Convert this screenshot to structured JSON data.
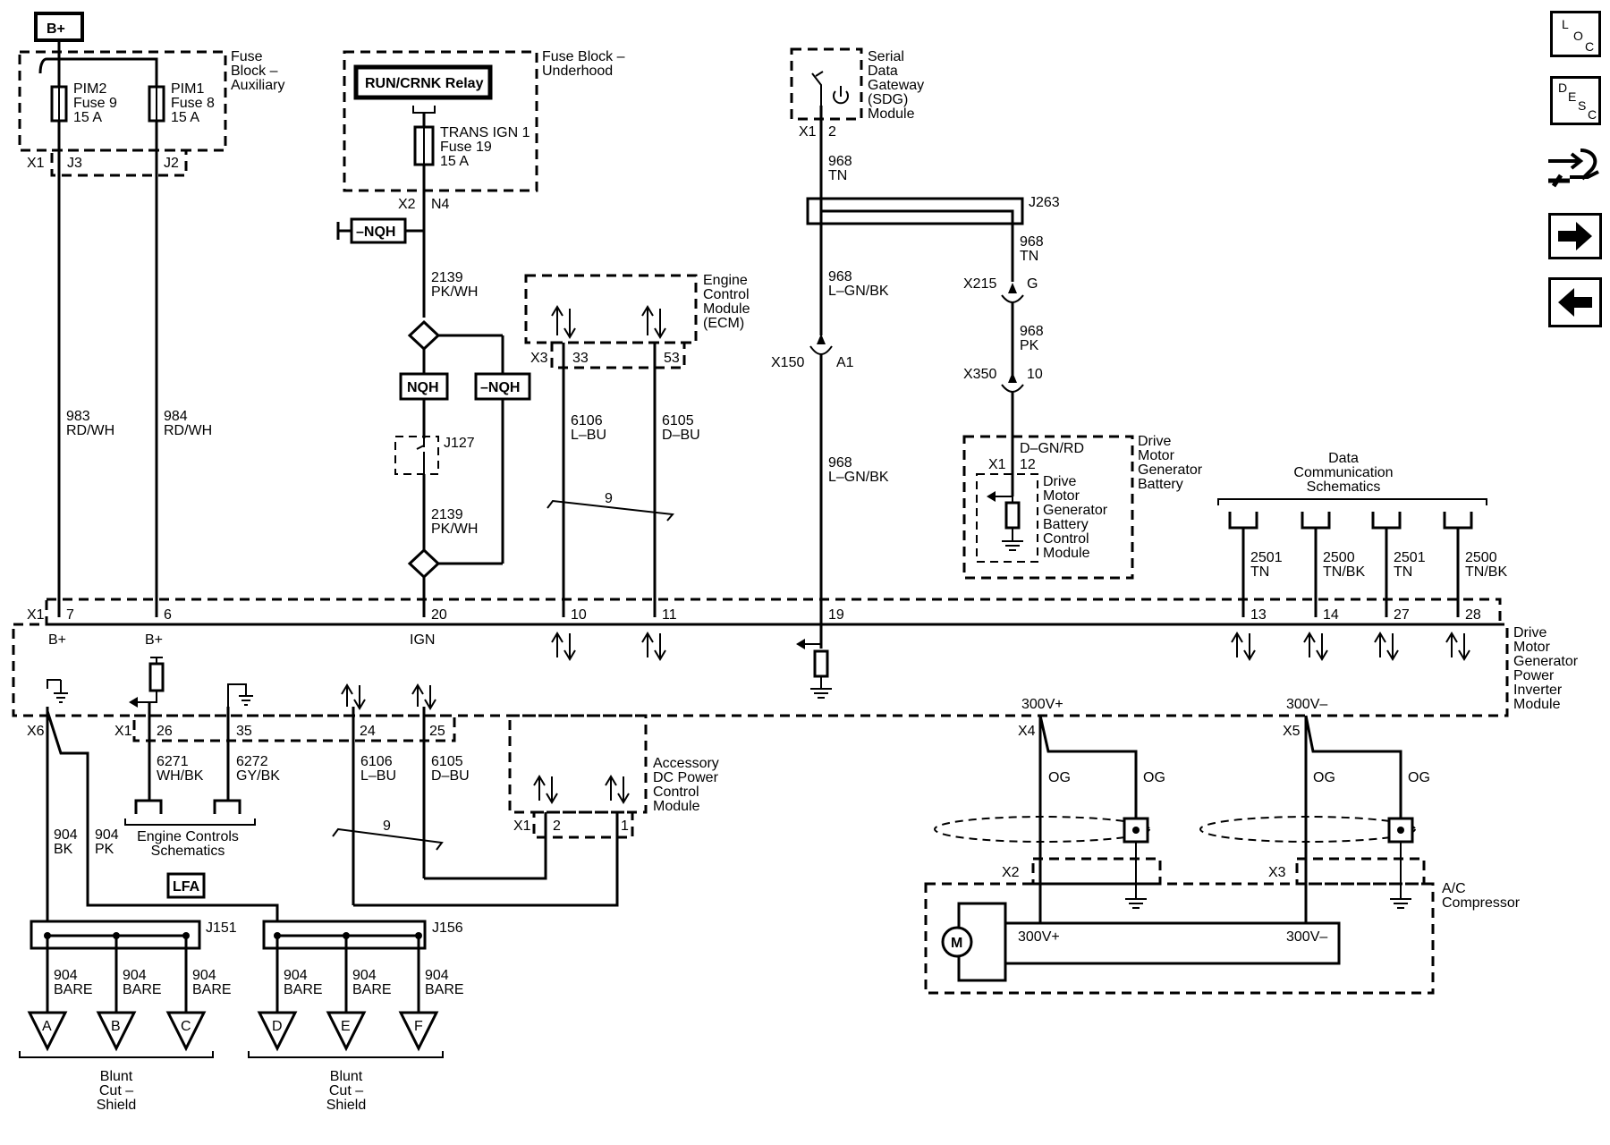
{
  "labels": {
    "bplus_box": "B+",
    "fuse_aux": [
      "Fuse",
      "Block –",
      "Auxiliary"
    ],
    "pim2": [
      "PIM2",
      "Fuse 9",
      "15 A"
    ],
    "pim1": [
      "PIM1",
      "Fuse 8",
      "15 A"
    ],
    "x1_top": "X1",
    "j3": "J3",
    "j2": "J2",
    "w983": [
      "983",
      "RD/WH"
    ],
    "w984": [
      "984",
      "RD/WH"
    ],
    "run_relay": "RUN/CRNK Relay",
    "fuse_under": [
      "Fuse Block –",
      "Underhood"
    ],
    "trans_fuse": [
      "TRANS IGN 1",
      "Fuse 19",
      "15 A"
    ],
    "x2": "X2",
    "n4": "N4",
    "nqh": "NQH",
    "minus_nqh": "–NQH",
    "w2139a": [
      "2139",
      "PK/WH"
    ],
    "w2139b": [
      "2139",
      "PK/WH"
    ],
    "j127": "J127",
    "ecm": [
      "Engine",
      "Control",
      "Module",
      "(ECM)"
    ],
    "x3": "X3",
    "p33": "33",
    "p53": "53",
    "w6106a": [
      "6106",
      "L–BU"
    ],
    "w6105a": [
      "6105",
      "D–BU"
    ],
    "twist9a": "9",
    "twist9b": "9",
    "sdg": [
      "Serial",
      "Data",
      "Gateway",
      "(SDG)",
      "Module"
    ],
    "x1_sdg": "X1",
    "p2": "2",
    "w968tn": [
      "968",
      "TN"
    ],
    "j263": "J263",
    "w968tn2": [
      "968",
      "TN"
    ],
    "w968lgn": [
      "968",
      "L–GN/BK"
    ],
    "w968lgn2": [
      "968",
      "L–GN/BK"
    ],
    "x150": "X150",
    "a1": "A1",
    "x215": "X215",
    "g": "G",
    "w968pk": [
      "968",
      "PK"
    ],
    "x350": "X350",
    "p10": "10",
    "dgnrd": "D–GN/RD",
    "x1_bat": "X1",
    "p12": "12",
    "dmgb_ctrl": [
      "Drive",
      "Motor",
      "Generator",
      "Battery",
      "Control",
      "Module"
    ],
    "dmgb": [
      "Drive",
      "Motor",
      "Generator",
      "Battery"
    ],
    "data_comm": [
      "Data",
      "Communication",
      "Schematics"
    ],
    "dc_wires": [
      [
        "2501",
        "TN"
      ],
      [
        "2500",
        "TN/BK"
      ],
      [
        "2501",
        "TN"
      ],
      [
        "2500",
        "TN/BK"
      ]
    ],
    "dmgpim": [
      "Drive",
      "Motor",
      "Generator",
      "Power",
      "Inverter",
      "Module"
    ],
    "x1_inv": "X1",
    "inv_pins": [
      "7",
      "6",
      "20",
      "10",
      "11",
      "19",
      "13",
      "14",
      "27",
      "28"
    ],
    "bplus_a": "B+",
    "bplus_b": "B+",
    "ign": "IGN",
    "x6": "X6",
    "x1_low": "X1",
    "low_pins": [
      "26",
      "35",
      "24",
      "25"
    ],
    "w6271": [
      "6271",
      "WH/BK"
    ],
    "w6272": [
      "6272",
      "GY/BK"
    ],
    "w6106b": [
      "6106",
      "L–BU"
    ],
    "w6105b": [
      "6105",
      "D–BU"
    ],
    "engine_controls": [
      "Engine Controls",
      "Schematics"
    ],
    "accessory": [
      "Accessory",
      "DC Power",
      "Control",
      "Module"
    ],
    "x1_acc": "X1",
    "p2acc": "2",
    "p1acc": "1",
    "w904bk": [
      "904",
      "BK"
    ],
    "w904pk": [
      "904",
      "PK"
    ],
    "lfa": "LFA",
    "j151": "J151",
    "j156": "J156",
    "bare": [
      "904",
      "BARE"
    ],
    "grounds": [
      "A",
      "B",
      "C",
      "D",
      "E",
      "F"
    ],
    "blunt": [
      "Blunt",
      "Cut –",
      "Shield"
    ],
    "v300p": "300V+",
    "v300m": "300V–",
    "x4": "X4",
    "x5": "X5",
    "x2_comp": "X2",
    "x3_comp": "X3",
    "og": "OG",
    "motor": "M",
    "ac_comp": [
      "A/C",
      "Compressor"
    ],
    "comp_300p": "300V+",
    "comp_300m": "300V–"
  },
  "nav": {
    "loc": [
      "L",
      "O",
      "C"
    ],
    "desc": [
      "D",
      "E",
      "S",
      "C"
    ],
    "icons": [
      "connector-icon",
      "arrow-right-icon",
      "arrow-left-icon"
    ]
  }
}
